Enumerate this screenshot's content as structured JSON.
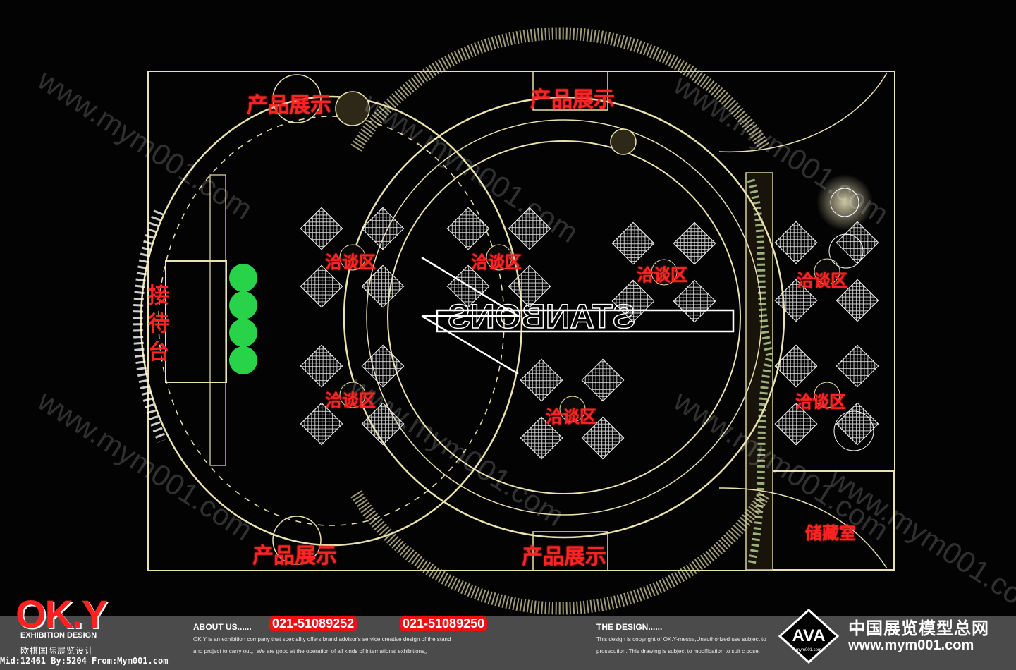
{
  "watermarks": [
    "www.mym001.com",
    "www.mym001.com",
    "www.mym001.com",
    "www.mym001.com",
    "www.mym001.com",
    "www.mym001.com",
    "www.mym001.com"
  ],
  "labels": {
    "product_top_left": "产品展示",
    "product_top_center": "产品展示",
    "product_bottom_left": "产品展示",
    "product_bottom_center": "产品展示",
    "reception": "接待台",
    "storage": "储藏室",
    "negotiation": "洽谈区"
  },
  "plan": {
    "logo_text": "STANBONS"
  },
  "footer": {
    "logo": "OK.Y",
    "logo_sub": "EXHIBITION DESIGN",
    "logo_cn": "欧棋国际展览设计",
    "about_title": "ABOUT US......",
    "phone_1": "021-51089252",
    "phone_2": "021-51089250",
    "about_line_1": "OK.Y is an exhibition company that speciality offers brand advisor's service,creative design of the stand",
    "about_line_2": "and project to carry out。We are good at the operation of all kinds of international  exhibitions。",
    "design_title": "THE DESIGN......",
    "design_line_1": "This design is copyright of OK.Y-messe,Unauthorized use                          subject to",
    "design_line_2": "prosecution. This drawing is subject  to modification to suit c                  pose.",
    "brand_cn": "中国展览模型总网",
    "brand_url": "www.mym001.com",
    "mini_logo_text": "AVA",
    "mini_logo_url": "mym001.com",
    "meta": "Mid:12461 By:5204 From:Mym001.com"
  },
  "colors": {
    "line": "#e9e2ad",
    "label": "#ff2424",
    "plant": "#28d34a"
  }
}
